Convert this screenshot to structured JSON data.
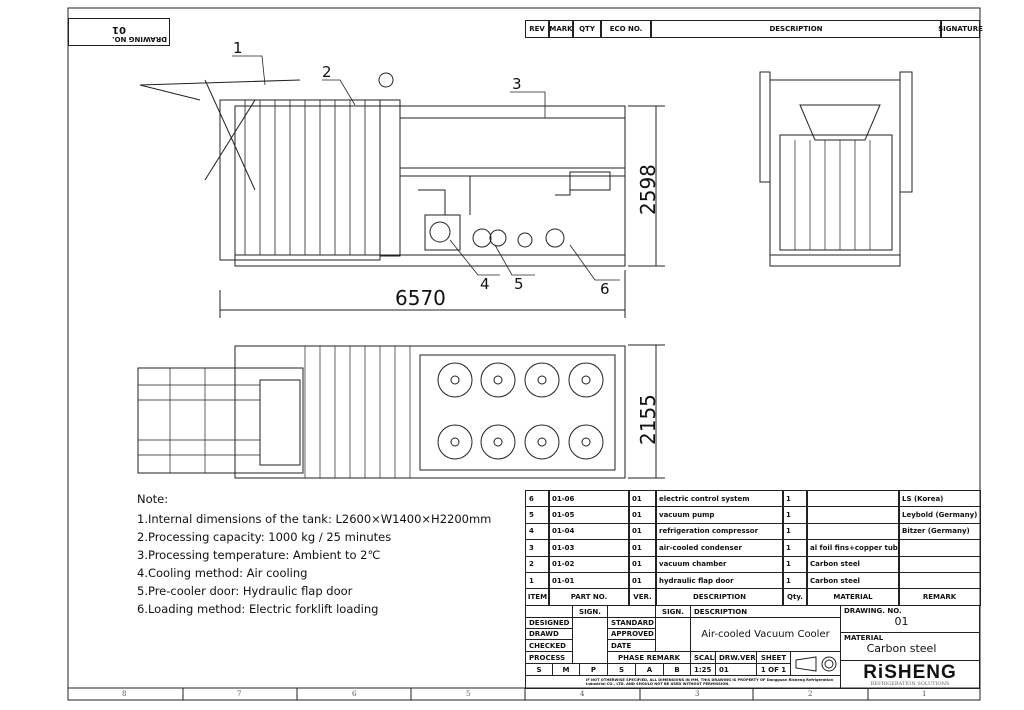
{
  "header": {
    "drawing_no_label": "DRAWING NO.",
    "drawing_no": "01",
    "revision_columns": [
      "REV",
      "MARK",
      "QTY",
      "ECO NO.",
      "DESCRIPTION",
      "SIGNATURE"
    ]
  },
  "dimensions": {
    "length": "6570",
    "height": "2598",
    "width": "2155"
  },
  "balloons": [
    "1",
    "2",
    "3",
    "4",
    "5",
    "6"
  ],
  "notes": {
    "title": "Note:",
    "items": [
      "1.Internal dimensions of the tank: L2600×W1400×H2200mm",
      "2.Processing capacity: 1000 kg / 25 minutes",
      "3.Processing temperature: Ambient to 2℃",
      "4.Cooling method: Air cooling",
      "5.Pre-cooler door: Hydraulic flap door",
      "6.Loading method: Electric forklift loading"
    ]
  },
  "parts": {
    "headers": [
      "ITEM",
      "PART NO.",
      "VER.",
      "DESCRIPTION",
      "Qty.",
      "MATERIAL",
      "REMARK"
    ],
    "rows": [
      [
        "6",
        "01-06",
        "01",
        "electric control system",
        "1",
        "",
        "LS (Korea)"
      ],
      [
        "5",
        "01-05",
        "01",
        "vacuum pump",
        "1",
        "",
        "Leybold (Germany)"
      ],
      [
        "4",
        "01-04",
        "01",
        "refrigeration compressor",
        "1",
        "",
        "Bitzer (Germany)"
      ],
      [
        "3",
        "01-03",
        "01",
        "air-cooled condenser",
        "1",
        "al foil fins+copper tube",
        ""
      ],
      [
        "2",
        "01-02",
        "01",
        "vacuum chamber",
        "1",
        "Carbon steel",
        ""
      ],
      [
        "1",
        "01-01",
        "01",
        "hydraulic flap door",
        "1",
        "Carbon steel",
        ""
      ]
    ]
  },
  "title_block": {
    "sign": "SIGN.",
    "designed": "DESIGNED",
    "drawd": "DRAWD",
    "checked": "CHECKED",
    "process": "PROCESS",
    "standard": "STANDARD",
    "approved": "APPROVED",
    "date": "DATE",
    "phase_remark": "PHASE REMARK",
    "phases": [
      "S",
      "M",
      "P",
      "S",
      "A",
      "B"
    ],
    "description_label": "DESCRIPTION",
    "description": "Air-cooled Vacuum Cooler",
    "scale_label": "SCALE",
    "scale": "1:25",
    "drw_ver_label": "DRW.VER.",
    "drw_ver": "01",
    "sheet_label": "SHEET",
    "sheet": "1 OF 1",
    "drawing_no_label": "DRAWING. NO.",
    "drawing_no": "01",
    "material_label": "MATERIAL",
    "material": "Carbon steel",
    "logo": "RiSHENG",
    "logo_sub": "REFRIGERATION SOLUTIONS",
    "disclaimer": "IF NOT OTHERWISE SPECIFIED, ALL DIMENSIONS IN MM, THIS DRAWING IS PROPERTY OF Dongguan Risheng Refrigeration Industrial CO., LTD. AND SHOULD NOT BE USED WITHOUT PERMISSION."
  },
  "zones": [
    "8",
    "7",
    "6",
    "5",
    "4",
    "3",
    "2",
    "1"
  ]
}
